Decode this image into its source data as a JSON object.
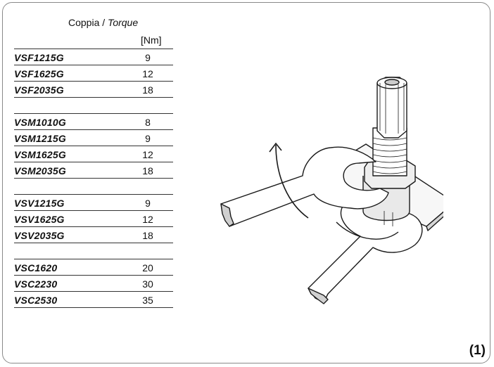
{
  "header": {
    "label_it": "Coppia /",
    "label_en": "Torque",
    "unit": "[Nm]"
  },
  "groups": [
    {
      "rows": [
        {
          "model": "VSF1215G",
          "torque": "9"
        },
        {
          "model": "VSF1625G",
          "torque": "12"
        },
        {
          "model": "VSF2035G",
          "torque": "18"
        }
      ]
    },
    {
      "rows": [
        {
          "model": "VSM1010G",
          "torque": "8"
        },
        {
          "model": "VSM1215G",
          "torque": "9"
        },
        {
          "model": "VSM1625G",
          "torque": "12"
        },
        {
          "model": "VSM2035G",
          "torque": "18"
        }
      ]
    },
    {
      "rows": [
        {
          "model": "VSV1215G",
          "torque": "9"
        },
        {
          "model": "VSV1625G",
          "torque": "12"
        },
        {
          "model": "VSV2035G",
          "torque": "18"
        }
      ]
    },
    {
      "rows": [
        {
          "model": "VSC1620",
          "torque": "20"
        },
        {
          "model": "VSC2230",
          "torque": "30"
        },
        {
          "model": "VSC2530",
          "torque": "35"
        }
      ]
    }
  ],
  "figure_label": "(1)"
}
